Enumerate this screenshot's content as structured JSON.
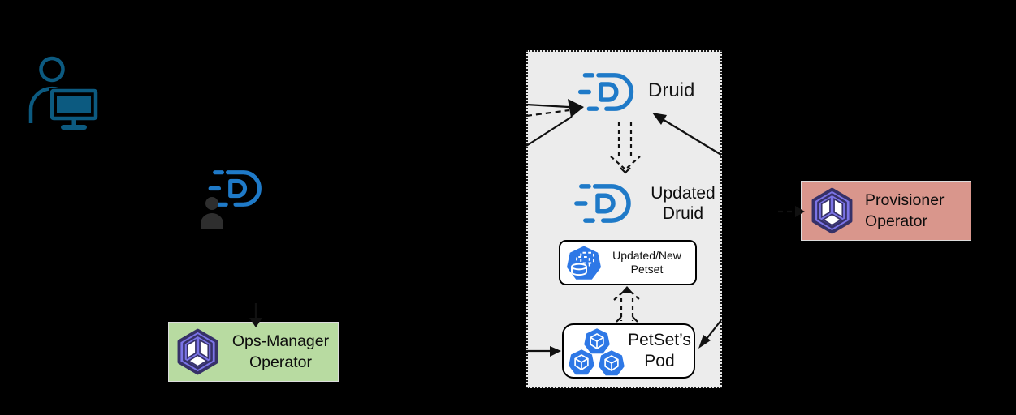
{
  "background": "#000000",
  "colors": {
    "druid_blue": "#1f7ac8",
    "k8s_blue": "#2e78e6",
    "operator_purple": "#7b74e6",
    "operator_dark": "#363168",
    "teal": "#0c5a80",
    "panel_bg": "#ececec",
    "green_bg": "#b8dba1",
    "pink_bg": "#d9968c",
    "ink": "#111111"
  },
  "actors": {
    "admin_user": {
      "icon": "user-workstation-icon"
    },
    "druid_persona": {
      "icons": [
        "druid-logo",
        "person-icon"
      ]
    }
  },
  "panel": {
    "druid": {
      "label": "Druid"
    },
    "updated_druid": {
      "label": "Updated\nDruid"
    },
    "updated_petset": {
      "label": "Updated/New\nPetset"
    },
    "petset_pod": {
      "label": "PetSet’s\nPod"
    }
  },
  "operators": {
    "ops_manager": {
      "label": "Ops-Manager\nOperator"
    },
    "provisioner": {
      "label": "Provisioner\nOperator"
    }
  }
}
